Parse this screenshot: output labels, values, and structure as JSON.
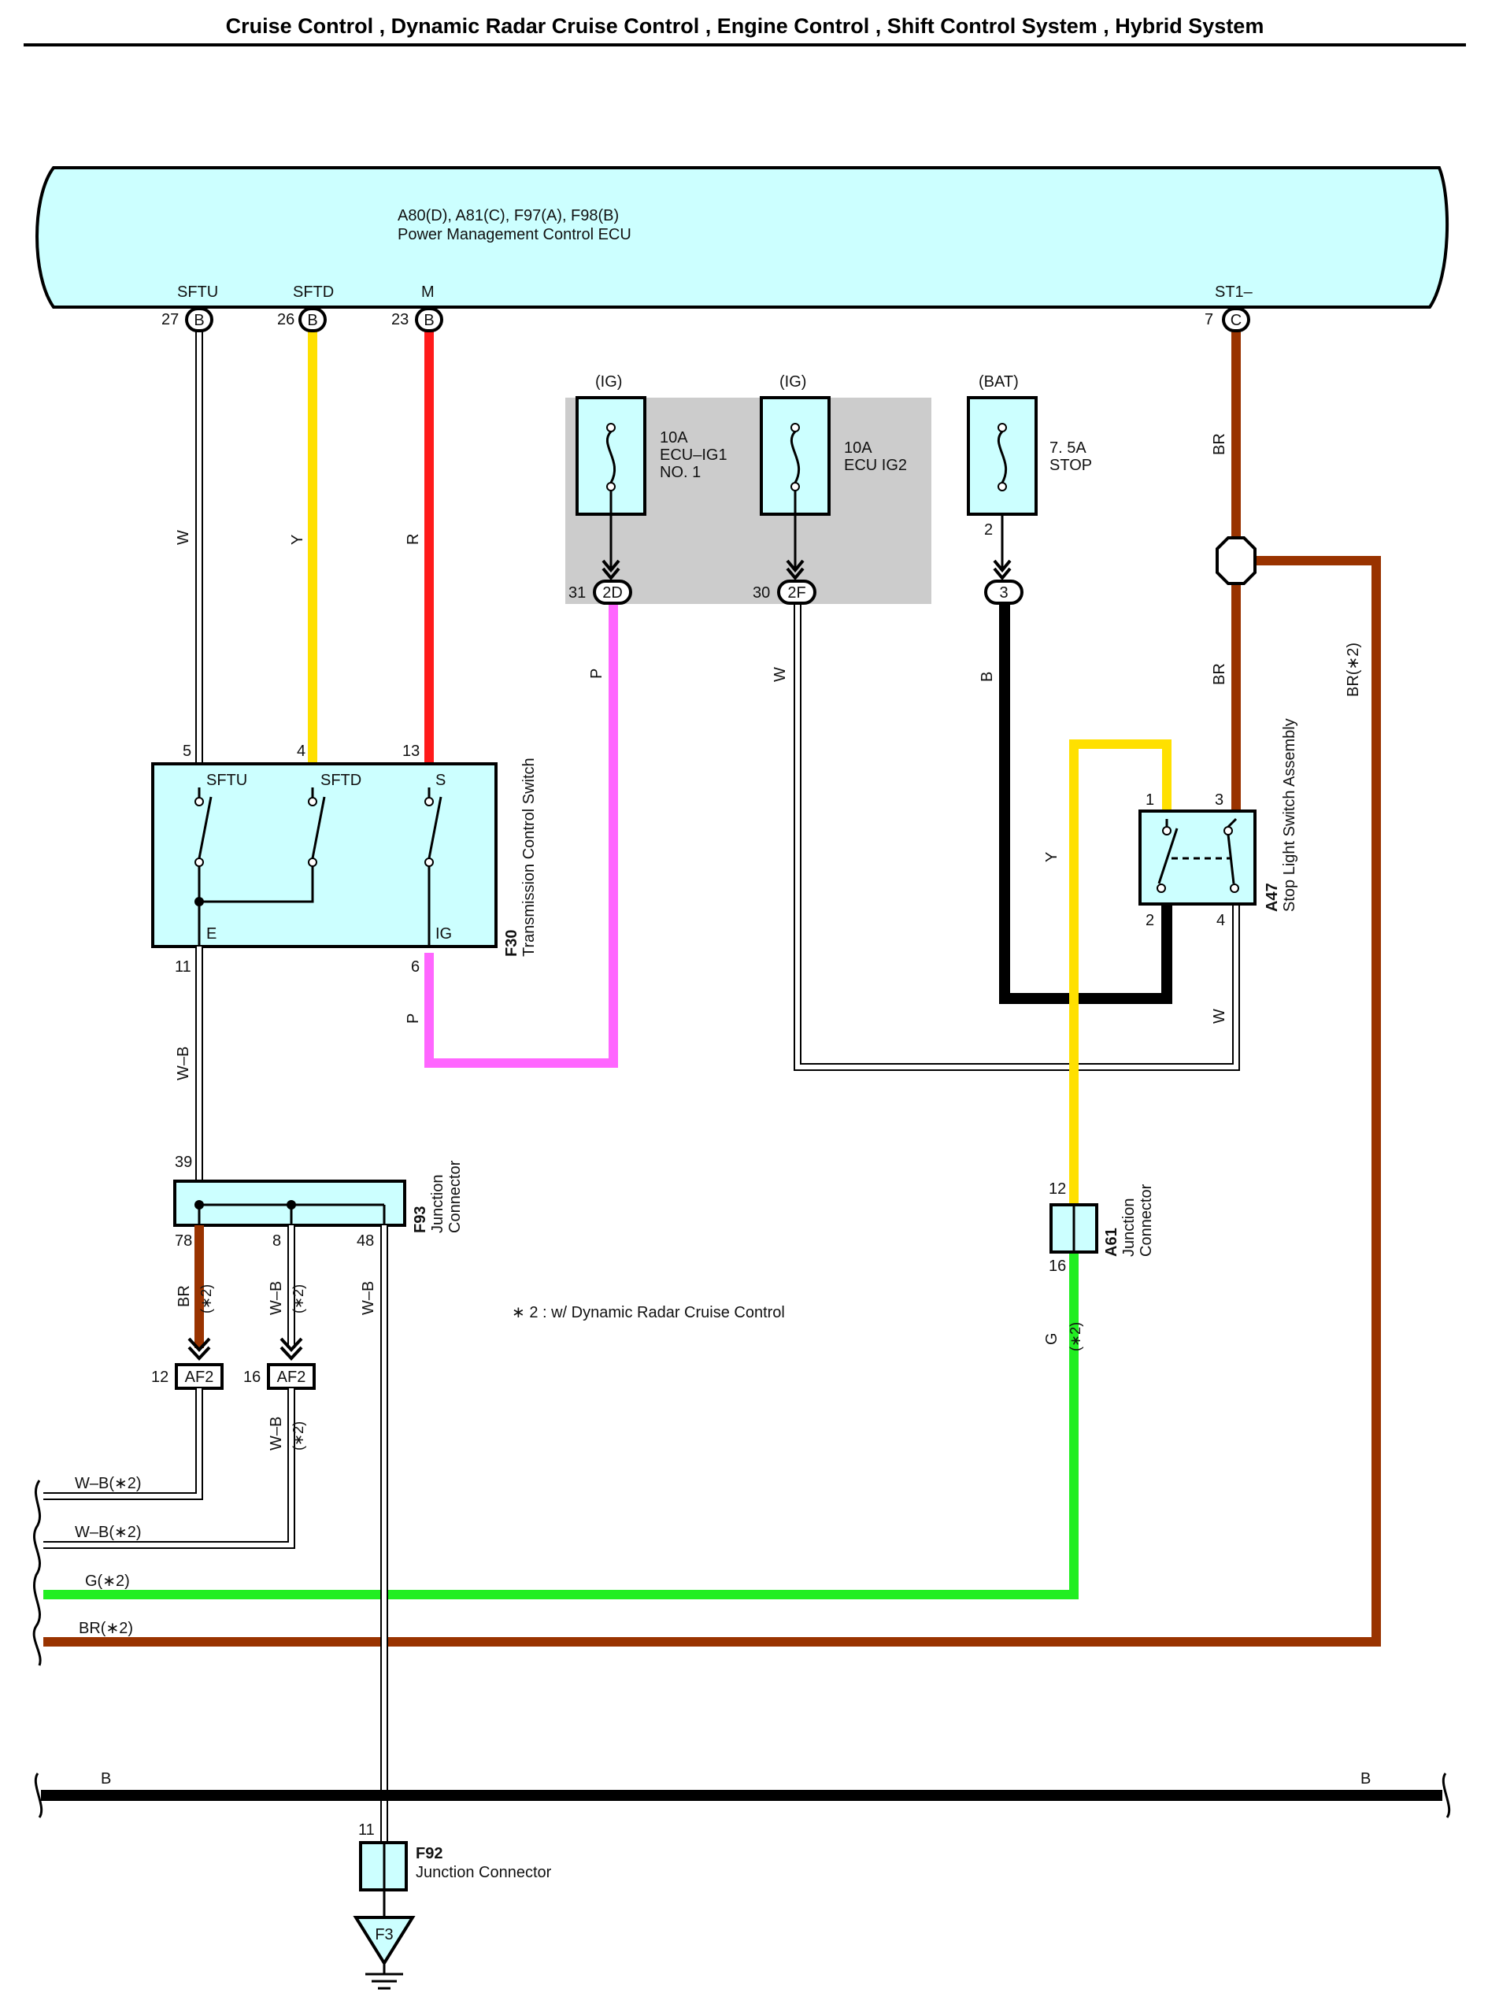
{
  "header": {
    "title": "Cruise Control , Dynamic Radar Cruise Control , Engine Control , Shift Control System , Hybrid System"
  },
  "colors": {
    "component_fill": "#ccffff",
    "wire_white": "#ffffff",
    "wire_yellow": "#ffe000",
    "wire_red": "#ff1a1a",
    "wire_pink": "#ff66ff",
    "wire_black": "#000000",
    "wire_brown": "#993300",
    "wire_green": "#22ee22",
    "fuse_box_shade": "#cccccc"
  },
  "ecu": {
    "ref": "A80(D), A81(C), F97(A), F98(B)",
    "name": "Power Management Control ECU",
    "pins": [
      {
        "name": "SFTU",
        "num": "27",
        "conn": "B"
      },
      {
        "name": "SFTD",
        "num": "26",
        "conn": "B"
      },
      {
        "name": "M",
        "num": "23",
        "conn": "B"
      },
      {
        "name": "ST1–",
        "num": "7",
        "conn": "C"
      }
    ]
  },
  "fuses": [
    {
      "source": "(IG)",
      "rating": "10A",
      "name": "ECU–IG1",
      "name2": "NO. 1",
      "terminal_num": "31",
      "terminal": "2D"
    },
    {
      "source": "(IG)",
      "rating": "10A",
      "name": "ECU IG2",
      "name2": "",
      "terminal_num": "30",
      "terminal": "2F"
    },
    {
      "source": "(BAT)",
      "rating": "7. 5A",
      "name": "STOP",
      "name2": "",
      "pin": "2",
      "terminal": "3"
    }
  ],
  "transmission_switch": {
    "ref": "F30",
    "name": "Transmission Control Switch",
    "pins_top": [
      {
        "num": "5",
        "label": "SFTU"
      },
      {
        "num": "4",
        "label": "SFTD"
      },
      {
        "num": "13",
        "label": "S"
      }
    ],
    "pins_bottom": [
      {
        "num": "11",
        "label": "E"
      },
      {
        "num": "6",
        "label": "IG"
      }
    ]
  },
  "stop_light_switch": {
    "ref": "A47",
    "name": "Stop Light Switch Assembly",
    "pins": [
      "1",
      "3",
      "2",
      "4"
    ]
  },
  "junction_f93": {
    "ref": "F93",
    "name": "Junction",
    "name2": "Connector",
    "pin_in": "39",
    "pins_out": [
      "78",
      "8",
      "48"
    ]
  },
  "junction_a61": {
    "ref": "A61",
    "name": "Junction",
    "name2": "Connector",
    "pin_top": "12",
    "pin_bottom": "16"
  },
  "junction_f92": {
    "ref": "F92",
    "name": "Junction Connector",
    "pin": "11"
  },
  "ground": {
    "label": "F3"
  },
  "connectors_af2": [
    {
      "num": "12",
      "label": "AF2"
    },
    {
      "num": "16",
      "label": "AF2"
    }
  ],
  "wire_labels": {
    "w": "W",
    "y": "Y",
    "r": "R",
    "p": "P",
    "b": "B",
    "br": "BR",
    "wb": "W–B",
    "g": "G",
    "br_note": "BR(∗2)",
    "note_mark": "(∗2)"
  },
  "left_bus": [
    {
      "label": "W–B(∗2)"
    },
    {
      "label": "W–B(∗2)"
    },
    {
      "label": "G(∗2)"
    },
    {
      "label": "BR(∗2)"
    }
  ],
  "ground_bus": {
    "left": "B",
    "right": "B"
  },
  "note": "∗ 2 : w/ Dynamic Radar Cruise Control"
}
